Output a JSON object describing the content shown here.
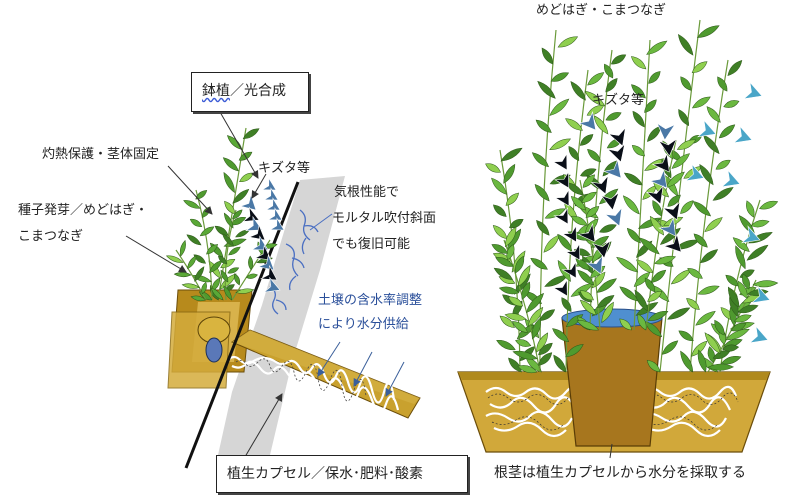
{
  "labels": {
    "top_box_part1": "鉢植",
    "top_box_part2": "／光合成",
    "heat_protection": "灼熱保護・茎体固定",
    "kizuta_left": "キズタ等",
    "seed_line1": "種子発芽／めどはぎ・",
    "seed_line2": "こまつなぎ",
    "aerial_line1": "気根性能で",
    "aerial_line2": "モルタル吹付斜面",
    "aerial_line3": "でも復旧可能",
    "soil_line1": "土壌の含水率調整",
    "soil_line2": "により水分供給",
    "capsule_box": "植生カプセル／保水･肥料･酸素",
    "right_top": "めどはぎ・こまつなぎ",
    "kizuta_right": "キズタ等",
    "right_bottom": "根茎は植生カプセルから水分を採取する"
  },
  "colors": {
    "leaf_green": "#4f9a2f",
    "leaf_light": "#8fcf4f",
    "leaf_blue": "#4a78a6",
    "leaf_dark": "#0a0f18",
    "stem": "#6a9a3a",
    "soil": "#c9a12e",
    "capsule": "#b38a1e",
    "slope": "#d6d6d6",
    "root": "#4a6fc2",
    "label_blue": "#2a4f9a"
  }
}
